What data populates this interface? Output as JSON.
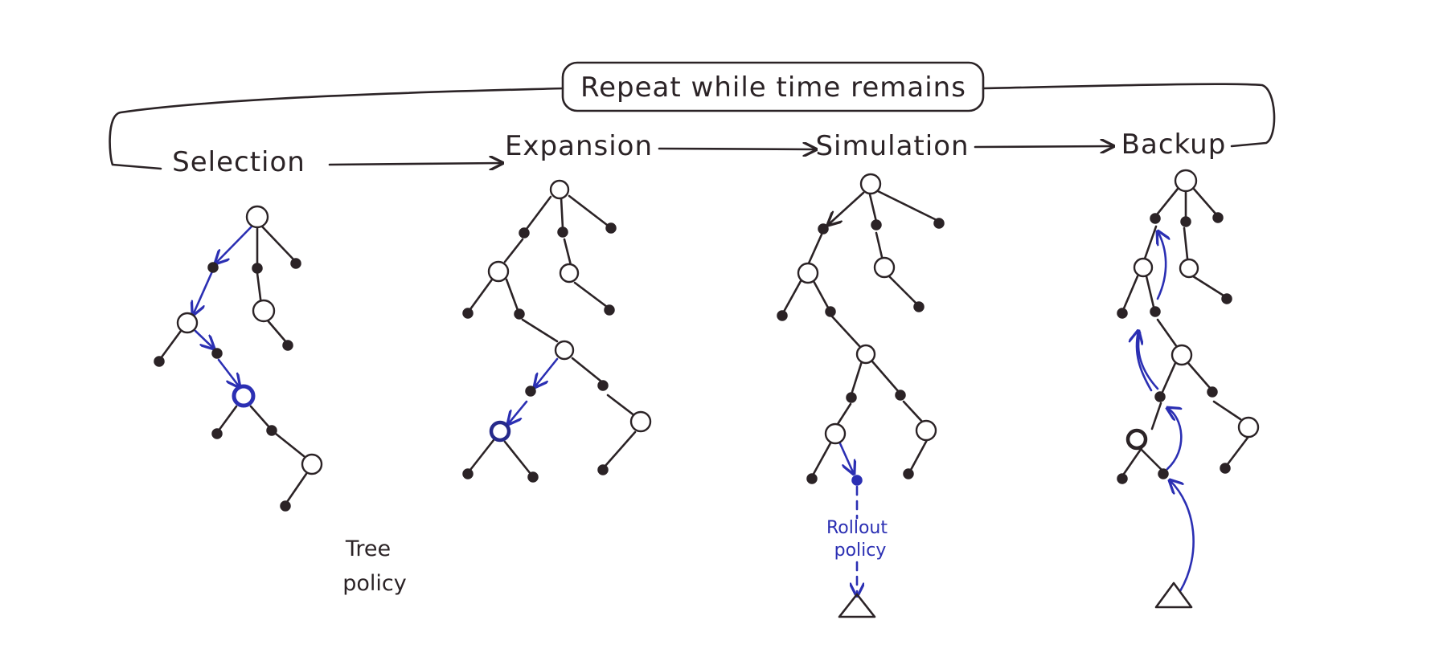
{
  "loop_label": "Repeat while time remains",
  "steps": [
    {
      "id": "selection",
      "label": "Selection"
    },
    {
      "id": "expansion",
      "label": "Expansion"
    },
    {
      "id": "simulation",
      "label": "Simulation"
    },
    {
      "id": "backup",
      "label": "Backup"
    }
  ],
  "annotations": {
    "tree_policy_line1": "Tree",
    "tree_policy_line2": "policy",
    "rollout_policy_line1": "Rollout",
    "rollout_policy_line2": "policy"
  },
  "colors": {
    "ink": "#2b2326",
    "highlight": "#2b2fb3"
  }
}
